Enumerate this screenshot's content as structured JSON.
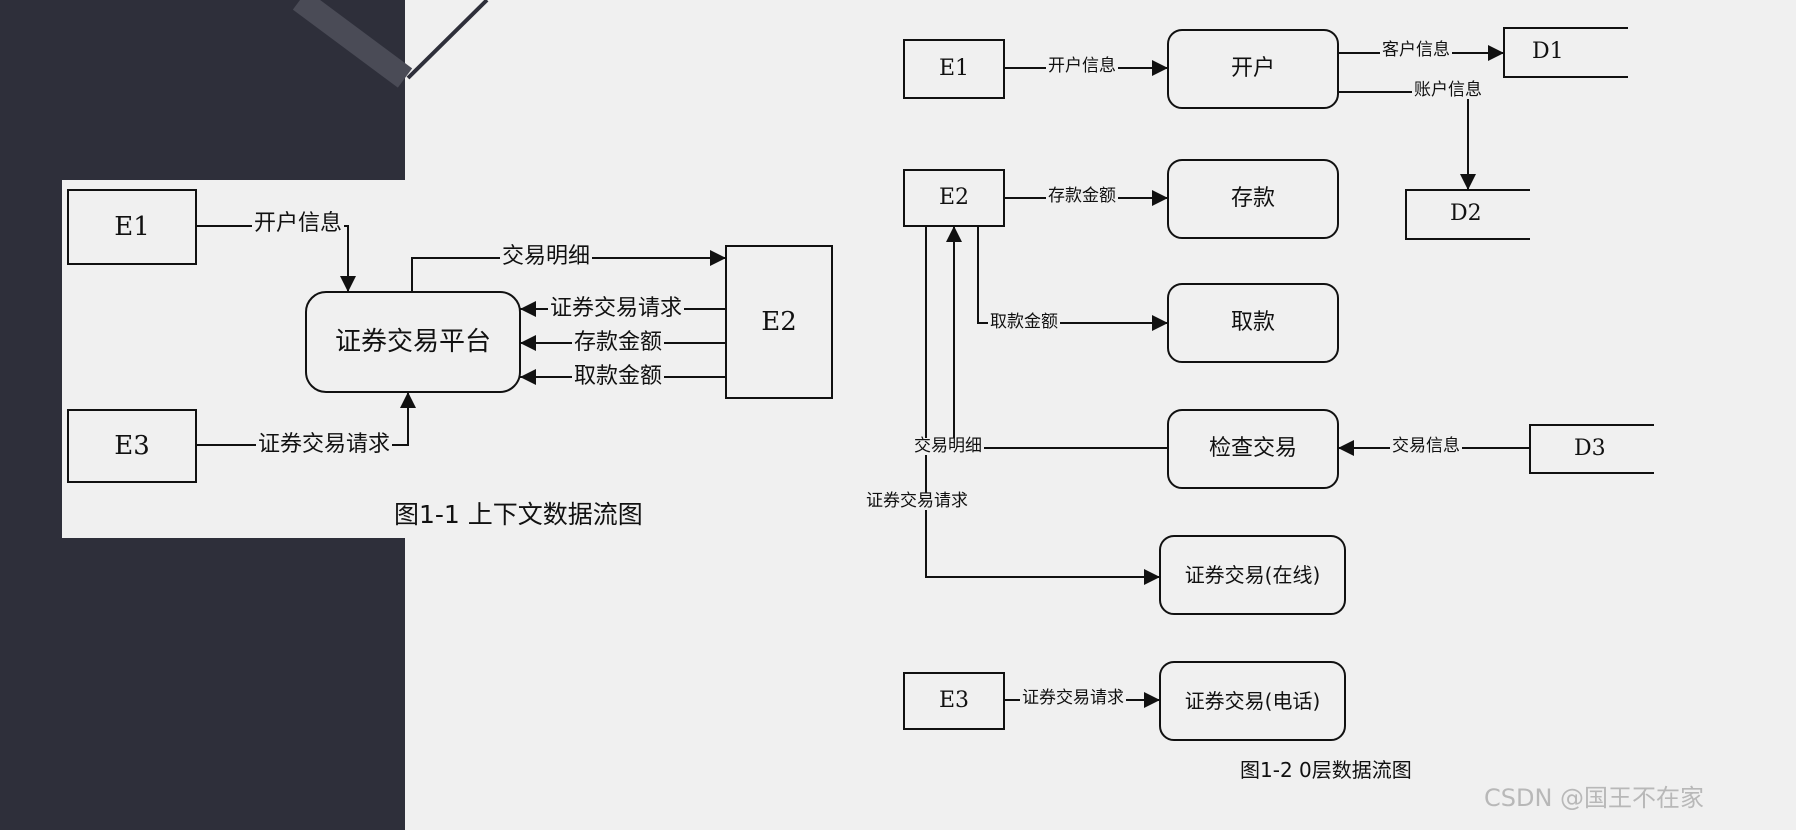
{
  "diagram1": {
    "entities": {
      "e1": "E1",
      "e2": "E2",
      "e3": "E3"
    },
    "process": "证券交易平台",
    "flows": {
      "e1_in": "开户信息",
      "detail_out": "交易明细",
      "req_in": "证券交易请求",
      "deposit_in": "存款金额",
      "withdraw_in": "取款金额",
      "e3_in": "证券交易请求"
    },
    "caption": "图1-1 上下文数据流图"
  },
  "diagram2": {
    "entities": {
      "e1": "E1",
      "e2": "E2",
      "e3": "E3"
    },
    "stores": {
      "d1": "D1",
      "d2": "D2",
      "d3": "D3"
    },
    "processes": {
      "open": "开户",
      "deposit": "存款",
      "withdraw": "取款",
      "check": "检查交易",
      "online": "证券交易(在线)",
      "phone": "证券交易(电话)"
    },
    "flows": {
      "open_info": "开户信息",
      "customer_info": "客户信息",
      "account_info": "账户信息",
      "deposit_amount": "存款金额",
      "withdraw_amount": "取款金额",
      "trade_detail": "交易明细",
      "trade_info": "交易信息",
      "trade_request": "证券交易请求",
      "phone_request": "证券交易请求"
    },
    "caption": "图1-2 0层数据流图"
  },
  "watermark": "CSDN @国王不在家"
}
